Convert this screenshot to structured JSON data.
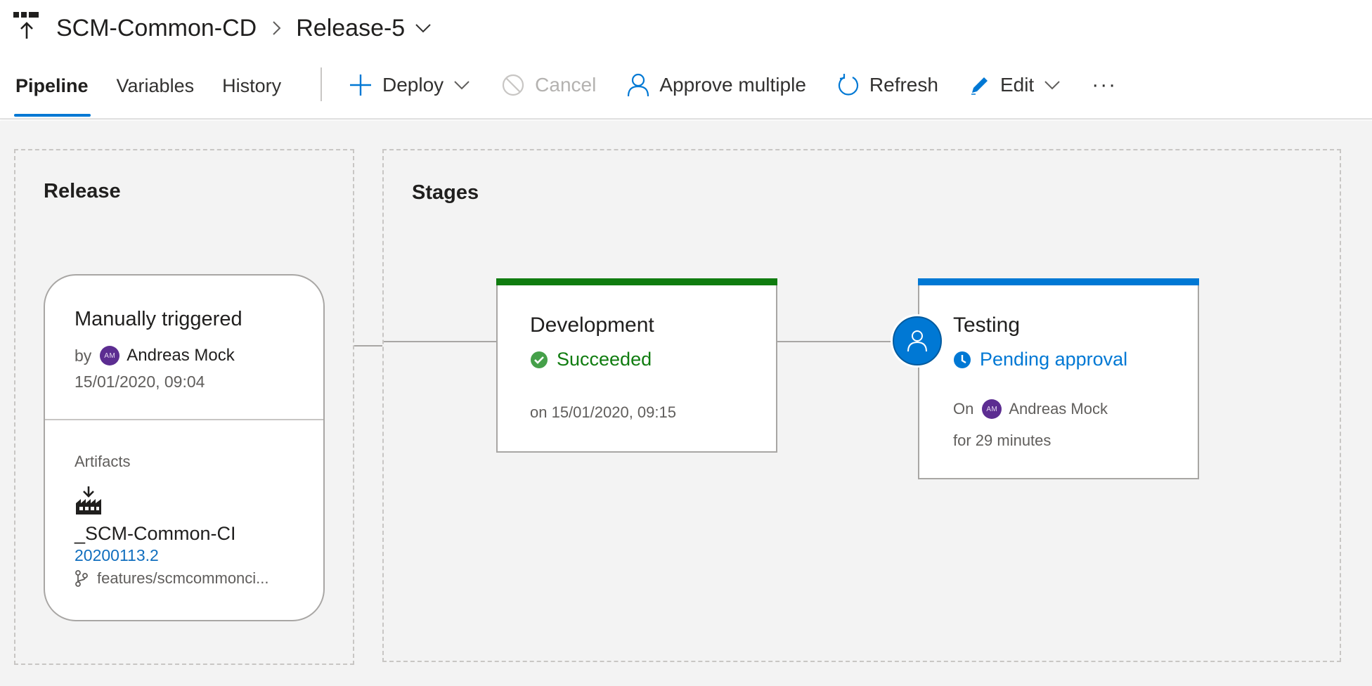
{
  "header": {
    "pipeline_name": "SCM-Common-CD",
    "release_name": "Release-5"
  },
  "tabs": [
    {
      "label": "Pipeline",
      "active": true
    },
    {
      "label": "Variables",
      "active": false
    },
    {
      "label": "History",
      "active": false
    }
  ],
  "toolbar": {
    "deploy": "Deploy",
    "cancel": "Cancel",
    "approve_multiple": "Approve multiple",
    "refresh": "Refresh",
    "edit": "Edit",
    "more": "···"
  },
  "release_section": {
    "title": "Release",
    "trigger": "Manually triggered",
    "by_label": "by",
    "user_initials": "AM",
    "user_name": "Andreas Mock",
    "date": "15/01/2020, 09:04",
    "artifacts_label": "Artifacts",
    "artifact_name": "_SCM-Common-CI",
    "artifact_version": "20200113.2",
    "artifact_branch": "features/scmcommonci..."
  },
  "stages_section": {
    "title": "Stages",
    "stages": [
      {
        "name": "Development",
        "status": "Succeeded",
        "status_color": "#107c10",
        "bar_color": "#107c10",
        "meta": "on 15/01/2020, 09:15"
      },
      {
        "name": "Testing",
        "status": "Pending approval",
        "status_color": "#0078d4",
        "bar_color": "#0078d4",
        "on_label": "On",
        "user_initials": "AM",
        "user_name": "Andreas Mock",
        "duration": "for 29 minutes"
      }
    ]
  },
  "colors": {
    "accent": "#0078d4",
    "success": "#107c10",
    "avatar": "#5c2d91"
  }
}
